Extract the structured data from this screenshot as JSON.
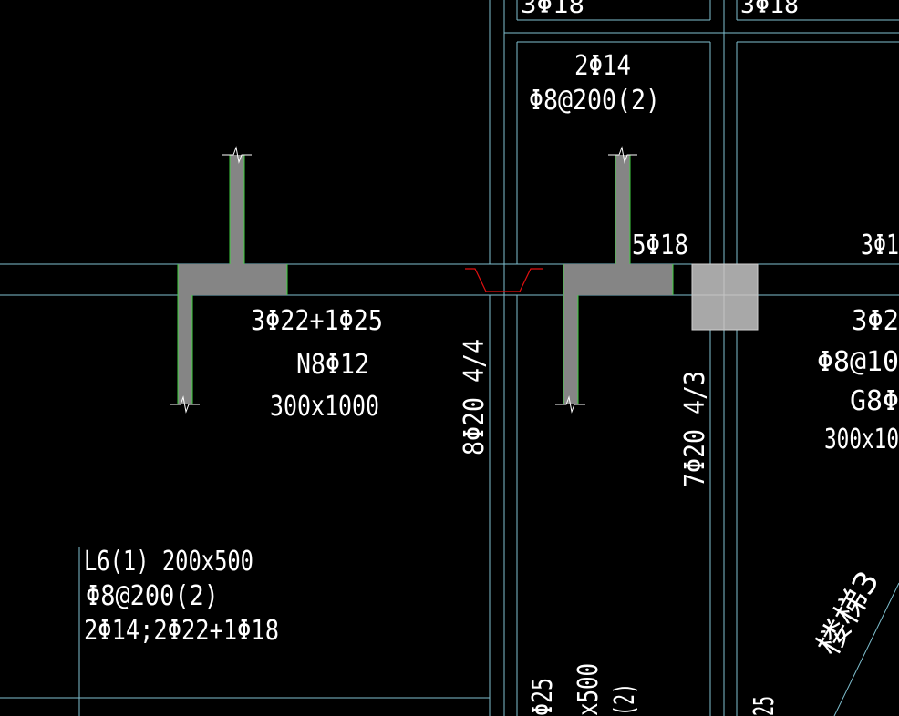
{
  "drawing": {
    "colors": {
      "background": "#000000",
      "grid_line": "#7fbfcf",
      "section_fill": "#858585",
      "section_edge": "#3fcf3f",
      "break_mark": "#e01010",
      "column_fill": "#a8a8a8",
      "text": "#ffffff"
    },
    "labels": {
      "top_left_cut": "3Φ18",
      "top_right_cut": "3Φ18",
      "box_rebar": "2Φ14",
      "box_stirrup": "Φ8@200(2)",
      "right_section_rebar": "5Φ18",
      "right_edge_rebar": "3Φ1",
      "left_beam_main": "3Φ22+1Φ25",
      "left_beam_side": "N8Φ12",
      "left_beam_size": "300x1000",
      "vertical_left": "8Φ20 4/4",
      "vertical_right": "7Φ20 4/3",
      "right_beam_main": "3Φ2",
      "right_beam_stirrup": "Φ8@10",
      "right_beam_side": "G8Φ",
      "right_beam_size": "300x10",
      "l6_line1": "L6(1) 200x500",
      "l6_line2": "Φ8@200(2)",
      "l6_line3": "2Φ14;2Φ22+1Φ18",
      "bottom_cut_a": "Φ25",
      "bottom_cut_b": "x500",
      "bottom_cut_c": "(2)",
      "bottom_cut_d": "25",
      "stair": "楼梯3"
    }
  }
}
